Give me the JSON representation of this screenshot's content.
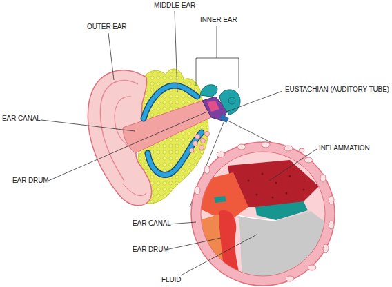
{
  "diagram": {
    "labels": [
      "MIDDLE EAR",
      "OUTER EAR",
      "INNER EAR",
      "EUSTACHIAN (AUDITORY TUBE)",
      "EAR CANAL",
      "INFLAMMATION",
      "EAR DRUM",
      "EAR CANAL",
      "EAR DRUM",
      "FLUID"
    ]
  }
}
